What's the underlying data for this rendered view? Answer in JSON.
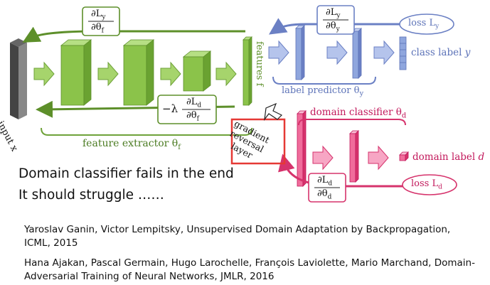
{
  "labels": {
    "input": "input x",
    "features": "features f",
    "feature_extractor": "feature extractor θ",
    "feature_extractor_sub": "f",
    "label_predictor": "label predictor θ",
    "label_predictor_sub": "y",
    "domain_classifier": "domain classifier θ",
    "domain_classifier_sub": "d",
    "class_label": "class label",
    "class_label_var": "y",
    "domain_label": "domain label",
    "domain_label_var": "d",
    "loss_y": "loss L",
    "loss_y_sub": "y",
    "loss_d": "loss L",
    "loss_d_sub": "d",
    "grl_line1": "gradient",
    "grl_line2": "reversal",
    "grl_line3": "layer"
  },
  "gradients": {
    "f_num": "∂L",
    "f_num_sub": "y",
    "f_den": "∂θ",
    "f_den_sub": "f",
    "y_num": "∂L",
    "y_num_sub": "y",
    "y_den": "∂θ",
    "y_den_sub": "y",
    "rev_prefix": "−λ",
    "rev_num": "∂L",
    "rev_num_sub": "d",
    "rev_den": "∂θ",
    "rev_den_sub": "f",
    "d_num": "∂L",
    "d_num_sub": "d",
    "d_den": "∂θ",
    "d_den_sub": "d"
  },
  "notes": {
    "line1": "Domain classifier fails in the end",
    "line2": "It should struggle ……"
  },
  "references": {
    "ref1": "Yaroslav Ganin, Victor Lempitsky, Unsupervised Domain Adaptation by Backpropagation, ICML, 2015",
    "ref2": "Hana Ajakan, Pascal Germain, Hugo Larochelle, François Laviolette, Mario Marchand, Domain-Adversarial Training of Neural Networks, JMLR, 2016"
  },
  "colors": {
    "green": "#8bc34a",
    "green_dark": "#5d8f2a",
    "blue": "#8fa6dd",
    "blue_dark": "#5d73b8",
    "pink": "#f06c9b",
    "pink_dark": "#c2185b",
    "highlight_box": "#e53935"
  }
}
